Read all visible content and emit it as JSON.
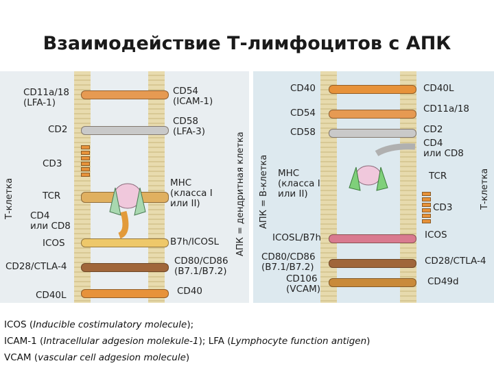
{
  "title": "Взаимодействие Т-лимфоцитов с АПК",
  "left_panel": {
    "cell_left": "Т-клетка",
    "cell_right": "АПК = дендритная клетка",
    "labels_left": [
      "CD11a/18\n(LFA-1)",
      "CD2",
      "CD3",
      "TCR",
      "CD4\nили CD8",
      "ICOS",
      "CD28/CTLA-4",
      "CD40L"
    ],
    "labels_right": [
      "CD54\n(ICAM-1)",
      "CD58\n(LFA-3)",
      "MHC\n(класса I\nили II)",
      "B7h/ICOSL",
      "CD80/CD86\n(B7.1/B7.2)",
      "CD40"
    ]
  },
  "right_panel": {
    "cell_left": "АПК = В-клетка",
    "cell_right": "Т-клетка",
    "labels_left": [
      "CD40",
      "CD54",
      "CD58",
      "MHC\n(класса I\nили II)",
      "ICOSL/B7h",
      "CD80/CD86\n(B7.1/B7.2)",
      "CD106\n(VCAM)"
    ],
    "labels_right": [
      "CD40L",
      "CD11a/18",
      "CD2",
      "CD4\nили CD8",
      "TCR",
      "CD3",
      "ICOS",
      "CD28/CTLA-4",
      "CD49d"
    ]
  },
  "footer": {
    "line1_a": "ICOS (",
    "line1_i": "Inducible costimulatory molecule",
    "line1_b": ");",
    "line2_a": "ICAM-1 (",
    "line2_i": "Intracellular adgesion molekule-1",
    "line2_b": "); LFA (",
    "line2_i2": "Lymphocyte function antigen",
    "line2_c": ")",
    "line3_a": "VCAM (",
    "line3_i": "vascular cell adgesion molecule",
    "line3_b": ")"
  },
  "colors": {
    "membrane": "#e8d9a6",
    "orange": "#e7923a",
    "pink": "#d97a8f",
    "green": "#6fbf6a",
    "grey": "#b8b8b8",
    "brown": "#a0663a"
  }
}
